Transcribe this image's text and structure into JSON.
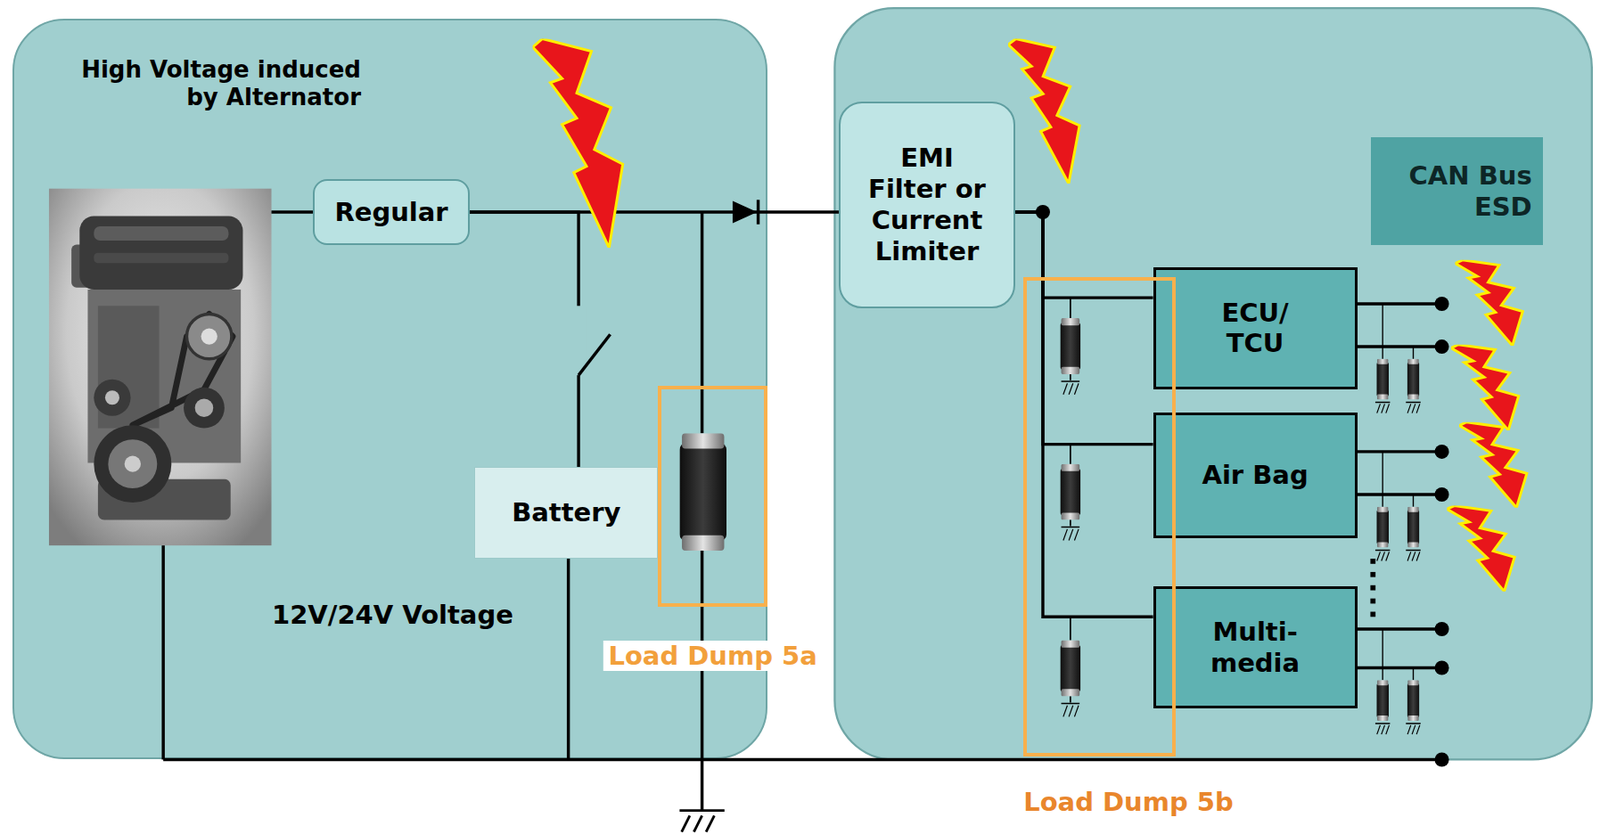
{
  "diagram": {
    "nodes": [
      {
        "text": [
          "High Voltage induced by Alternator",
          "12V/24V Voltage"
        ]
      },
      {
        "text": [
          "Regular"
        ],
        "in": 0
      },
      {
        "text": [
          "Battery"
        ],
        "in": 0
      },
      {
        "text": [
          "Load Dump 5a"
        ],
        "in": 0
      },
      {
        "text": [
          "EMI Filter or Current Limiter"
        ]
      },
      {
        "text": [
          "CAN Bus ESD"
        ]
      },
      {
        "text": [
          "Load Dump 5b"
        ]
      },
      {
        "text": [
          "ECU/ TCU"
        ]
      },
      {
        "text": [
          "Air Bag"
        ]
      },
      {
        "text": [
          "Multi- media"
        ]
      }
    ],
    "edges": [
      {
        "from": 1,
        "to": 4,
        "arrow": "none"
      },
      {
        "from": 1,
        "to": 2,
        "arrow": "none"
      },
      {
        "from": 4,
        "to": 7,
        "arrow": "none"
      },
      {
        "from": 4,
        "to": 8,
        "arrow": "none"
      },
      {
        "from": 4,
        "to": 9,
        "arrow": "none"
      }
    ]
  }
}
